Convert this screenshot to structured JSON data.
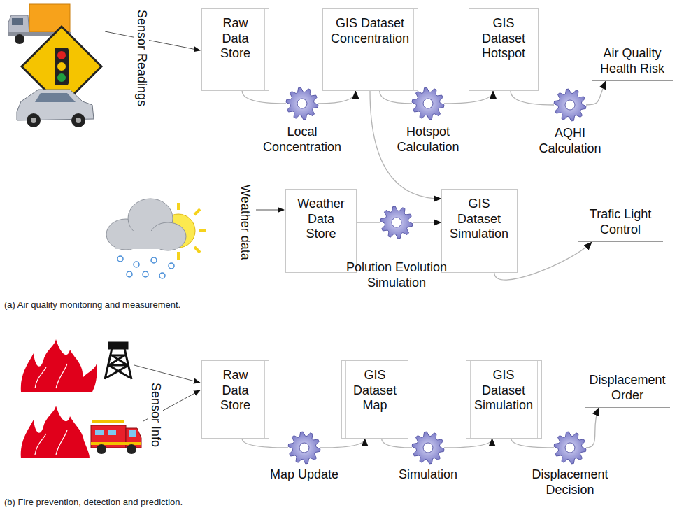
{
  "diagram": {
    "nodes": [
      {
        "text": [
          "Raw Data Store"
        ]
      },
      {
        "text": [
          "GIS Dataset Concentration"
        ]
      },
      {
        "text": [
          "GIS Dataset Hotspot"
        ]
      },
      {
        "text": [
          "Local Concentration"
        ]
      },
      {
        "text": [
          "Hotspot Calculation"
        ]
      },
      {
        "text": [
          "AQHI Calculation"
        ]
      },
      {
        "text": [
          "Air Quality Health Risk"
        ]
      },
      {
        "text": [
          "Weather Data Store"
        ]
      },
      {
        "text": [
          "GIS Dataset Simulation"
        ]
      },
      {
        "text": [
          "Polution Evolution Simulation"
        ]
      },
      {
        "text": [
          "Trafic Light Control"
        ]
      },
      {
        "text": [
          "Raw Data Store"
        ]
      },
      {
        "text": [
          "GIS Dataset Map"
        ]
      },
      {
        "text": [
          "GIS Dataset Simulation"
        ]
      },
      {
        "text": [
          "Map Update"
        ]
      },
      {
        "text": [
          "Simulation"
        ]
      },
      {
        "text": [
          "Displacement Decision"
        ]
      },
      {
        "text": [
          "Displacement Order"
        ]
      }
    ],
    "edges": [
      {
        "from": 0,
        "to": 3,
        "arrow": "none"
      },
      {
        "from": 3,
        "to": 1,
        "arrow": "to"
      },
      {
        "from": 1,
        "to": 4,
        "arrow": "none"
      },
      {
        "from": 4,
        "to": 2,
        "arrow": "to"
      },
      {
        "from": 2,
        "to": 5,
        "arrow": "none"
      },
      {
        "from": 5,
        "to": 6,
        "arrow": "to"
      },
      {
        "from": 1,
        "to": 8,
        "arrow": "to"
      },
      {
        "from": 7,
        "to": 9,
        "arrow": "none"
      },
      {
        "from": 9,
        "to": 8,
        "arrow": "to"
      },
      {
        "from": 8,
        "to": 10,
        "arrow": "to"
      },
      {
        "from": 11,
        "to": 14,
        "arrow": "none"
      },
      {
        "from": 14,
        "to": 12,
        "arrow": "to"
      },
      {
        "from": 12,
        "to": 15,
        "arrow": "none"
      },
      {
        "from": 15,
        "to": 13,
        "arrow": "to"
      },
      {
        "from": 13,
        "to": 16,
        "arrow": "none"
      },
      {
        "from": 16,
        "to": 17,
        "arrow": "to"
      }
    ],
    "labels": [
      "Sensor Readings",
      "Weather data",
      "(a) Air quality monitoring and measurement.",
      "Sensor Info",
      "(b) Fire prevention, detection and prediction."
    ]
  }
}
